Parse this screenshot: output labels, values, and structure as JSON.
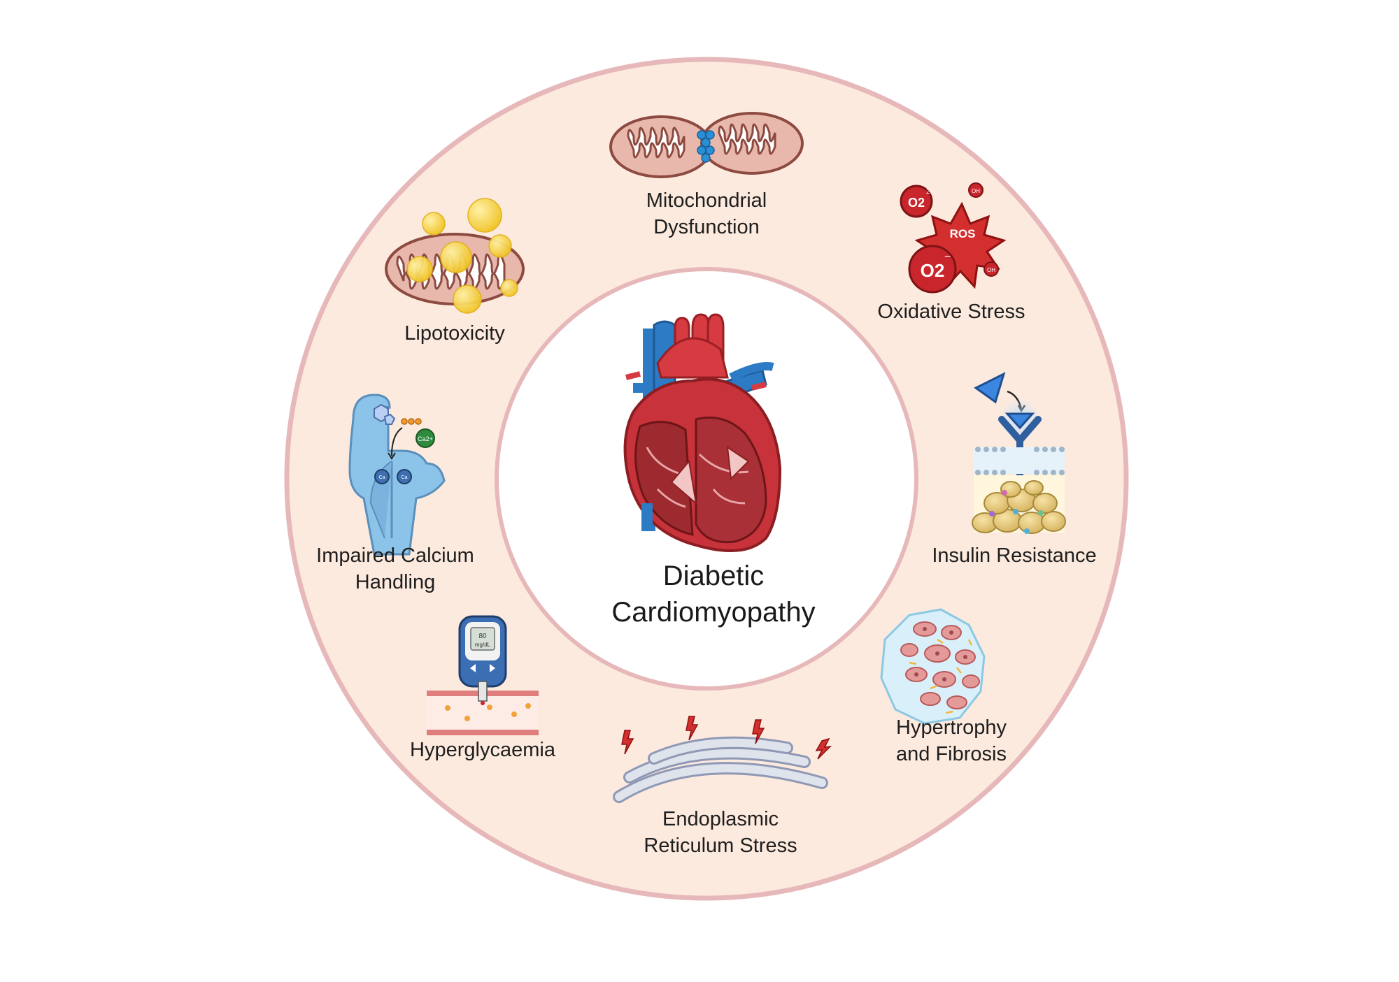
{
  "colors": {
    "ring_fill": "#fdeade",
    "ring_stroke": "#e7b8ba",
    "center_fill": "#ffffff",
    "heart_red": "#c8323a",
    "vessel_blue": "#2c7bc4",
    "mito_fill": "#e9b8ad",
    "mito_stroke": "#8c4a40",
    "lipid_yellow": "#f5d23a",
    "ros_red": "#c8252c",
    "receptor_blue": "#2f5f9e",
    "calcium_blue": "#8cc3e8",
    "er_gray": "#dfe3ec"
  },
  "center": {
    "line1": "Diabetic",
    "line2": "Cardiomyopathy"
  },
  "labels": {
    "mitochondrial": {
      "line1": "Mitochondrial",
      "line2": "Dysfunction"
    },
    "oxidative": {
      "line1": "Oxidative Stress"
    },
    "insulin": {
      "line1": "Insulin Resistance"
    },
    "hypertrophy": {
      "line1": "Hypertrophy",
      "line2": "and Fibrosis"
    },
    "er_stress": {
      "line1": "Endoplasmic",
      "line2": "Reticulum Stress"
    },
    "hyperglycaemia": {
      "line1": "Hyperglycaemia"
    },
    "calcium": {
      "line1": "Impaired Calcium",
      "line2": "Handling"
    },
    "lipotoxicity": {
      "line1": "Lipotoxicity"
    }
  },
  "icon_text": {
    "ros": "ROS",
    "o2_small": "O2",
    "o2_small_charge": "2−",
    "o2_large": "O2",
    "o2_large_charge": "−",
    "oh": "OH",
    "ca": "Ca2+",
    "ca_short": "Ca",
    "glucometer_value": "80",
    "glucometer_unit": "mg/dL"
  },
  "icons": [
    "mitochondria-fission-icon",
    "ros-burst-icon",
    "insulin-receptor-icon",
    "fibrotic-tissue-icon",
    "endoplasmic-reticulum-icon",
    "glucometer-icon",
    "calcium-channel-icon",
    "lipid-mitochondria-icon",
    "heart-icon"
  ]
}
